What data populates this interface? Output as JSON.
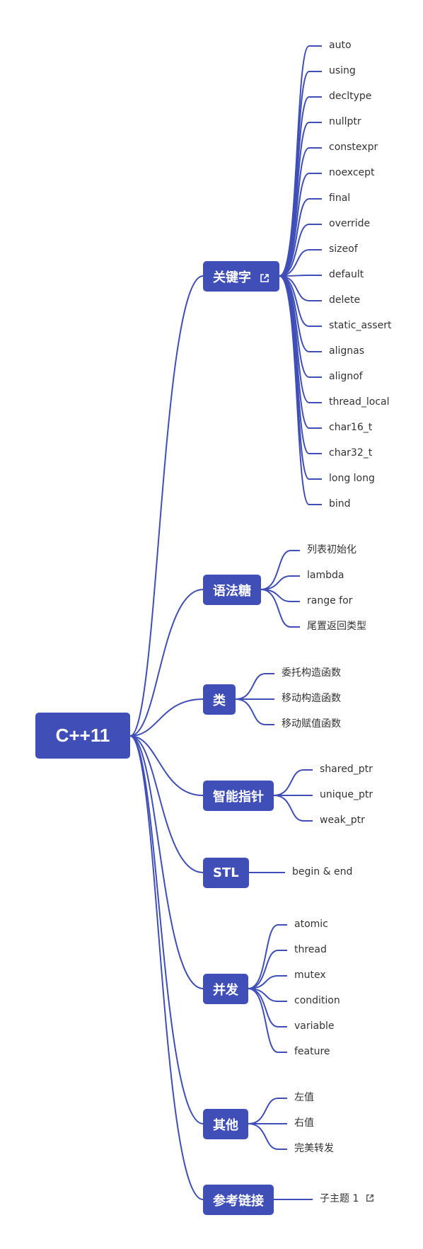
{
  "root": {
    "label": "C++11"
  },
  "branches": [
    {
      "label": "关键字",
      "link_icon": "external-link-icon",
      "children": [
        "auto",
        "using",
        "decltype",
        "nullptr",
        "constexpr",
        "noexcept",
        "final",
        "override",
        "sizeof",
        "default",
        "delete",
        "static_assert",
        "alignas",
        "alignof",
        "thread_local",
        "char16_t",
        "char32_t",
        "long long",
        "bind"
      ]
    },
    {
      "label": "语法糖",
      "children": [
        "列表初始化",
        "lambda",
        "range for",
        "尾置返回类型"
      ]
    },
    {
      "label": "类",
      "children": [
        "委托构造函数",
        "移动构造函数",
        "移动赋值函数"
      ]
    },
    {
      "label": "智能指针",
      "children": [
        "shared_ptr",
        "unique_ptr",
        "weak_ptr"
      ]
    },
    {
      "label": "STL",
      "children": [
        "begin & end"
      ]
    },
    {
      "label": "并发",
      "children": [
        "atomic",
        "thread",
        "mutex",
        "condition",
        "variable",
        "feature"
      ]
    },
    {
      "label": "其他",
      "children": [
        "左值",
        "右值",
        "完美转发"
      ]
    },
    {
      "label": "参考链接",
      "children": [
        "子主题 1"
      ],
      "child_link_icon": "external-link-icon"
    }
  ],
  "colors": {
    "node": "#3f4fb7",
    "line": "#3f4fb7",
    "text": "#333333"
  }
}
